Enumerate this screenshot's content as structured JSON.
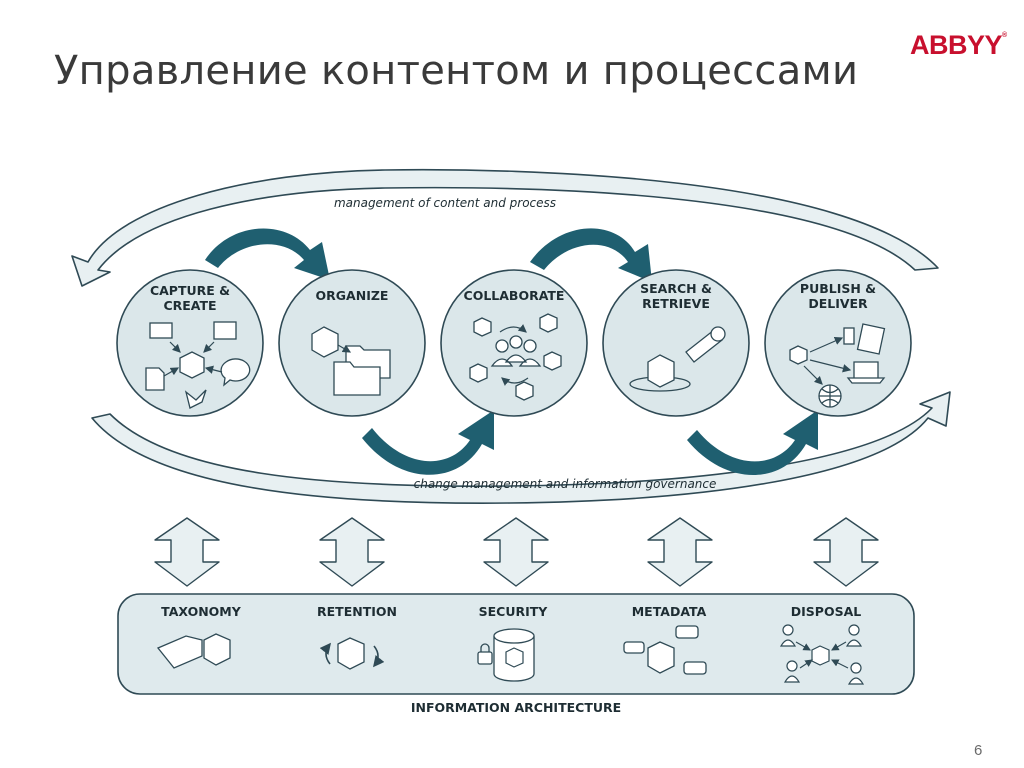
{
  "slide": {
    "title": "Управление контентом и процессами",
    "page_number": "6"
  },
  "logo": {
    "text": "ABBYY",
    "mark": "®"
  },
  "cycle": {
    "top_label": "management of content and process",
    "bottom_label": "change management and information governance",
    "stages": [
      {
        "label_lines": [
          "CAPTURE &",
          "CREATE"
        ]
      },
      {
        "label_lines": [
          "ORGANIZE"
        ]
      },
      {
        "label_lines": [
          "COLLABORATE"
        ]
      },
      {
        "label_lines": [
          "SEARCH &",
          "RETRIEVE"
        ]
      },
      {
        "label_lines": [
          "PUBLISH &",
          "DELIVER"
        ]
      }
    ]
  },
  "architecture": {
    "label": "INFORMATION ARCHITECTURE",
    "items": [
      {
        "label": "TAXONOMY"
      },
      {
        "label": "RETENTION"
      },
      {
        "label": "SECURITY"
      },
      {
        "label": "METADATA"
      },
      {
        "label": "DISPOSAL"
      }
    ]
  },
  "colors": {
    "circle_fill": "#dbe7ea",
    "outline": "#2f4a55",
    "flow_arrow": "#1f5f70",
    "panel_fill": "#dfeaed",
    "brand": "#c8102e"
  }
}
